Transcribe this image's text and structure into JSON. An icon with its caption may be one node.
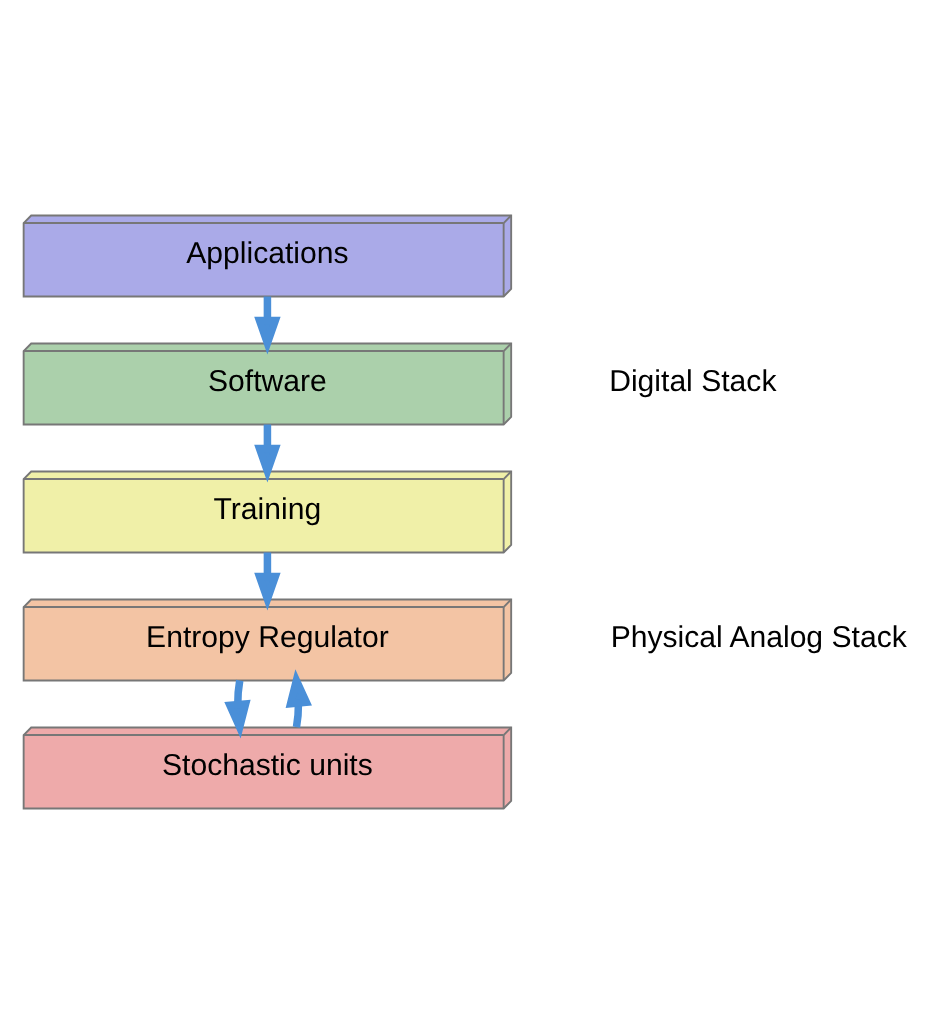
{
  "diagram": {
    "nodes": [
      {
        "text": [
          "Applications"
        ]
      },
      {
        "text": [
          "Software"
        ]
      },
      {
        "text": [
          "Training"
        ]
      },
      {
        "text": [
          "Entropy Regulator"
        ]
      },
      {
        "text": [
          "Stochastic units"
        ]
      }
    ],
    "edges": [
      {
        "from": 0,
        "to": 1,
        "arrow": "to"
      },
      {
        "from": 1,
        "to": 2,
        "arrow": "to"
      },
      {
        "from": 2,
        "to": 3,
        "arrow": "to"
      },
      {
        "from": 3,
        "to": 4,
        "arrow": "to"
      },
      {
        "from": 4,
        "to": 3,
        "arrow": "to"
      }
    ],
    "labels": [
      "Digital Stack",
      "Physical Analog Stack"
    ]
  }
}
